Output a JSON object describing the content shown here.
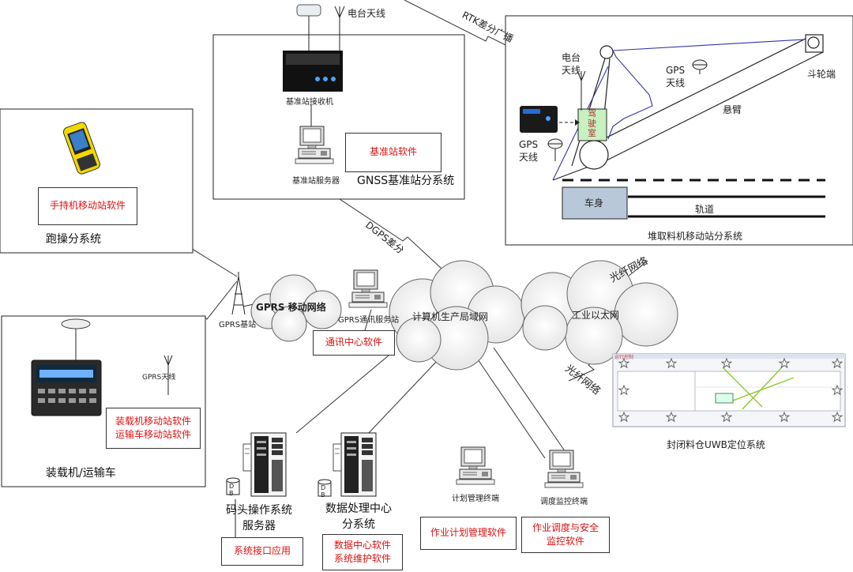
{
  "gnss": {
    "title": "GNSS基准站分系统",
    "radio_antenna": "电台天线",
    "receiver": "基准站接收机",
    "server": "基准站服务器",
    "software": "基准站软件"
  },
  "rtk_label": "RTK差分广播",
  "dgps_label": "DGPS差分",
  "stacker": {
    "title": "堆取料机移动站分系统",
    "radio_antenna": "电台\n天线",
    "gps_antenna_top": "GPS\n天线",
    "gps_antenna_left": "GPS\n天线",
    "boom": "悬臂",
    "bucket_end": "斗轮端",
    "cab": "驾\n驶\n室",
    "body": "车身",
    "track": "轨道"
  },
  "track_system": {
    "title": "跑操分系统",
    "software": "手持机移动站软件"
  },
  "loader_system": {
    "title": "装载机/运输车",
    "gprs_antenna": "GPRS天线",
    "software": "装载机移动站软件\n运输车移动站软件"
  },
  "gprs": {
    "base_station": "GPRS基站",
    "network": "GPRS 移动网络",
    "comm_server": "GPRS通讯服务站",
    "comm_software": "通讯中心软件"
  },
  "lan": "计算机生产局域网",
  "ethernet": "工业以太网",
  "fiber_top": "光纤网络",
  "fiber_bottom": "光纤网络",
  "uwb": {
    "title": "封闭料仓UWB定位系统",
    "tag": "运行控制"
  },
  "wharf": {
    "title": "码头操作系统\n服务器",
    "software": "系统接口应用"
  },
  "datacenter": {
    "title": "数据处理中心\n分系统",
    "software": "数据中心软件\n系统维护软件"
  },
  "plan_terminal": {
    "title": "计划管理终端",
    "software": "作业计划管理软件"
  },
  "dispatch_terminal": {
    "title": "调度监控终端",
    "software": "作业调度与安全\n监控软件"
  },
  "db_label": "D\nB",
  "colors": {
    "red_text": "#d11111",
    "cab_green": "#c8f0c0",
    "body_blue": "#b8c8d8",
    "boom_blue": "#3333aa"
  }
}
